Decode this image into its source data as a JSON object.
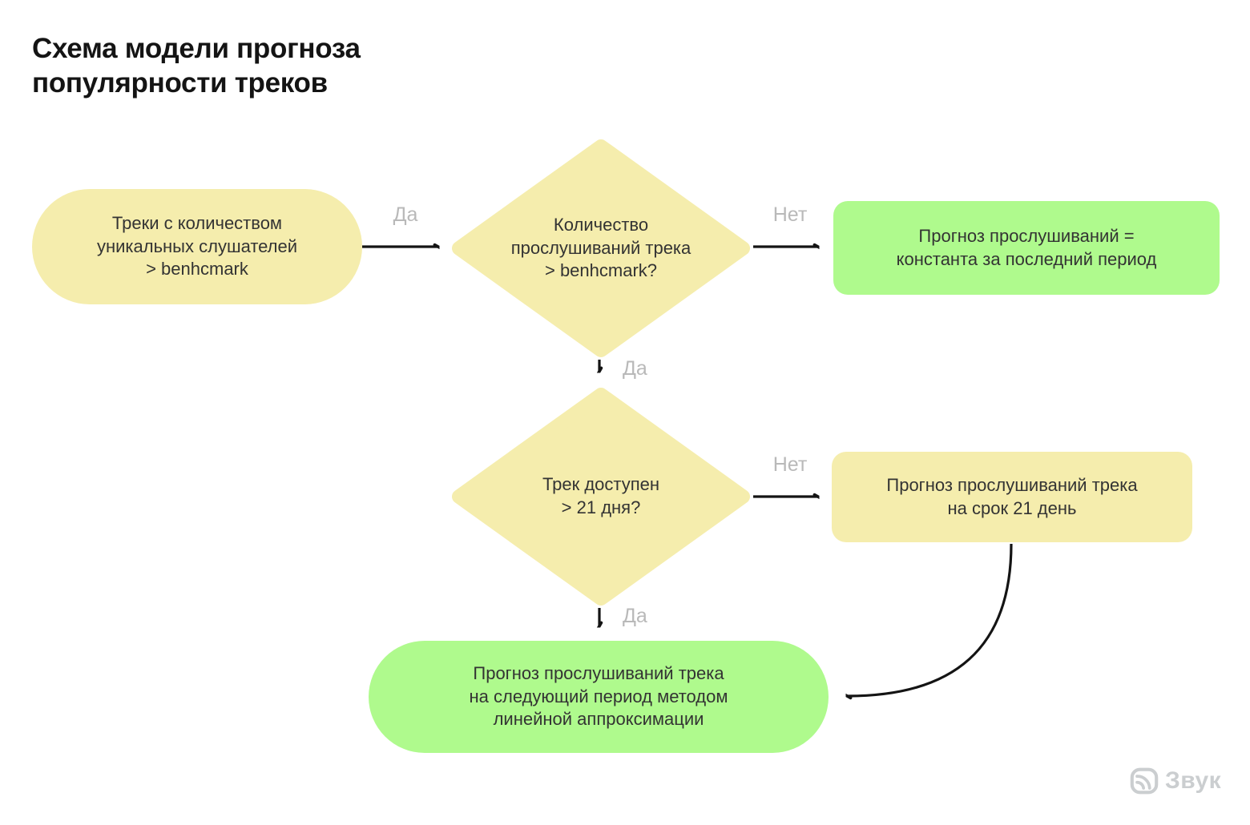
{
  "title": {
    "lines": [
      "Схема модели прогноза",
      "популярности треков"
    ]
  },
  "nodes": {
    "start": {
      "shape": "rounded-pill",
      "fill": "#F5EDAD",
      "lines": [
        "Треки с количеством",
        "уникальных слушателей",
        "> benhcmark"
      ]
    },
    "decision1": {
      "shape": "diamond",
      "fill": "#F5EDAD",
      "lines": [
        "Количество",
        "прослушиваний трека",
        "> benhcmark?"
      ]
    },
    "outcome1": {
      "shape": "rounded-rect",
      "fill": "#AFFA8D",
      "lines": [
        "Прогноз прослушиваний =",
        "константа за последний период"
      ]
    },
    "decision2": {
      "shape": "diamond",
      "fill": "#F5EDAD",
      "lines": [
        "Трек доступен",
        "> 21 дня?"
      ]
    },
    "outcome2": {
      "shape": "rounded-rect",
      "fill": "#F5EDAD",
      "lines": [
        "Прогноз прослушиваний трека",
        "на срок 21 день"
      ]
    },
    "final": {
      "shape": "rounded-pill",
      "fill": "#AFFA8D",
      "lines": [
        "Прогноз прослушиваний трека",
        "на следующий период методом",
        "линейной аппроксимации"
      ]
    }
  },
  "edges": {
    "start_to_decision1": {
      "label": "Да"
    },
    "decision1_to_outcome1": {
      "label": "Нет"
    },
    "decision1_to_decision2": {
      "label": "Да"
    },
    "decision2_to_outcome2": {
      "label": "Нет"
    },
    "decision2_to_final": {
      "label": "Да"
    }
  },
  "logo": {
    "text": "Звук",
    "icon": "zvuk-logo-icon"
  },
  "colors": {
    "node_yellow": "#F5EDAD",
    "node_green": "#AFFA8D",
    "arrow": "#141414",
    "edge_label": "#B9B9B9",
    "node_text": "#333333",
    "title_text": "#141414",
    "logo_gray": "#CBCED0",
    "background": "#FFFFFF"
  }
}
